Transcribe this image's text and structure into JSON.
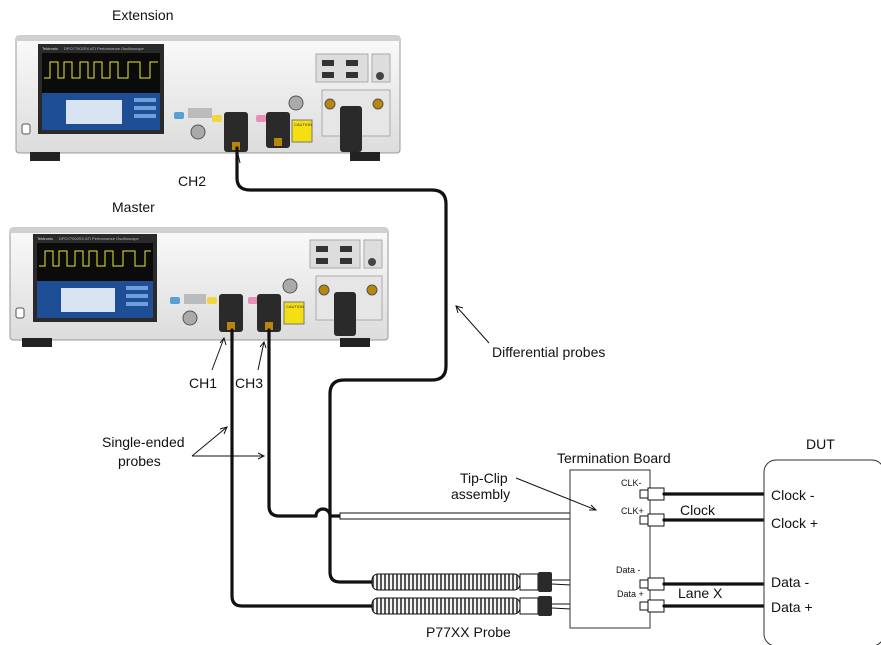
{
  "instruments": {
    "extension": {
      "title": "Extension",
      "brand": "Tektronix",
      "model": "DPO77002SX  ATI Performance Oscilloscope",
      "caution": "CAUTION"
    },
    "master": {
      "title": "Master",
      "brand": "Tektronix",
      "model": "DPO77002SX  ATI Performance Oscilloscope",
      "caution": "CAUTION"
    }
  },
  "labels": {
    "ch2": "CH2",
    "ch1": "CH1",
    "ch3": "CH3",
    "differential_probes": "Differential probes",
    "single_ended_line1": "Single-ended",
    "single_ended_line2": "probes",
    "tip_clip_line1": "Tip-Clip",
    "tip_clip_line2": "assembly",
    "termination_board": "Termination Board",
    "dut": "DUT",
    "clk_minus": "CLK-",
    "clk_plus": "CLK+",
    "data_minus": "Data -",
    "data_plus": "Data +",
    "clock": "Clock",
    "lane_x": "Lane X",
    "dut_clock_minus": "Clock -",
    "dut_clock_plus": "Clock +",
    "dut_data_minus": "Data -",
    "dut_data_plus": "Data +",
    "p77xx_probe": "P77XX Probe"
  },
  "colors": {
    "chassis": "#eeeeee",
    "screen": "#1e4f96",
    "trace": "#e8e83a",
    "caution": "#f4e012",
    "cable": "#111111",
    "ch1_badge": "#f2d640",
    "ch2_badge": "#5a9fd4",
    "ch3_badge": "#e88fb6"
  }
}
